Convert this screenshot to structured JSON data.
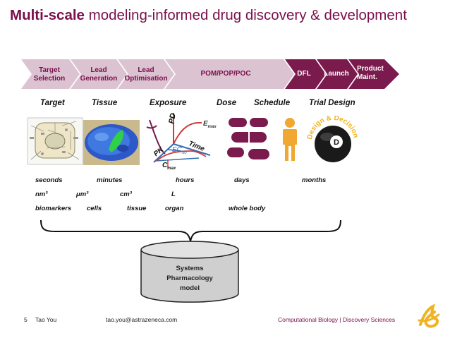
{
  "title": {
    "bold": "Multi-scale",
    "rest": "modeling-informed drug discovery & development"
  },
  "pipeline": {
    "stages": [
      {
        "label": "Target\nSelection"
      },
      {
        "label": "Lead\nGeneration"
      },
      {
        "label": "Lead\nOptimisation"
      },
      {
        "label": "POM/POP/POC"
      },
      {
        "label": "DFL"
      },
      {
        "label": "Launch"
      },
      {
        "label": "Product\nMaint."
      }
    ],
    "colors": {
      "light": "#dcc3d2",
      "dark": "#7a1a4d",
      "text_dark": "#7a0f4b",
      "text_light": "#ffffff"
    }
  },
  "categories": [
    "Target",
    "Tissue",
    "Exposure",
    "Dose",
    "Schedule",
    "Trial Design"
  ],
  "pkpd": {
    "pd": "PD",
    "emax": "E",
    "emax_sub": "max",
    "pk": "PK",
    "ec50": "EC",
    "ec50_sub": "50",
    "time": "Time",
    "cmax": "C",
    "cmax_sub": "max"
  },
  "trial_design_icon": {
    "text": "Design & Decision",
    "ball_letter": "D",
    "amp": "&"
  },
  "scales": {
    "time": [
      "seconds",
      "minutes",
      "hours",
      "days",
      "months"
    ],
    "size": [
      "nm³",
      "μm³",
      "cm³",
      "L"
    ],
    "level": [
      "biomarkers",
      "cells",
      "tissue",
      "organ",
      "whole body"
    ]
  },
  "systems_model": {
    "line1": "Systems",
    "line2": "Pharmacology",
    "line3": "model"
  },
  "footer": {
    "page": "5",
    "author": "Tao You",
    "email": "tao.you@astrazeneca.com",
    "department": "Computational Biology | Discovery Sciences"
  },
  "colors": {
    "brand": "#7a0f4b",
    "logo": "#f0b323",
    "pill": "#7a1a4d",
    "person": "#f0a830"
  }
}
